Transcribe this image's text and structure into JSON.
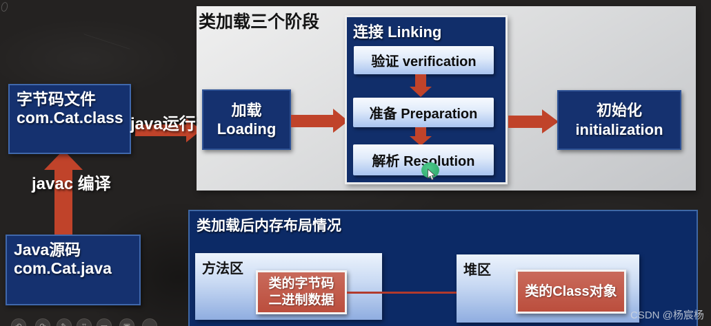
{
  "colors": {
    "background": "#242221",
    "navy_box": "#15316f",
    "memory_panel_navy": "#0c2a66",
    "box_border_blue": "#4068ac",
    "arrow_red": "#c0432a",
    "item_red": "#bb4e3d",
    "stages_panel_gray": "#d9dadb",
    "step_box_blue": "#a9c4ef",
    "memory_box_blue": "#8fade0",
    "cursor_green": "#3cb878",
    "watermark_gray": "#d0d6df"
  },
  "left_flow": {
    "source_box": {
      "line1": "Java源码",
      "line2": "com.Cat.java"
    },
    "javac_arrow_label": "javac 编译",
    "bytecode_box": {
      "line1": "字节码文件",
      "line2": "com.Cat.class"
    },
    "java_run_label": "java运行"
  },
  "stages_panel": {
    "title": "类加载三个阶段",
    "loading_box": {
      "line1": "加载",
      "line2": "Loading"
    },
    "linking_panel": {
      "title": "连接 Linking",
      "steps": [
        {
          "label": "验证 verification"
        },
        {
          "label": "准备 Preparation"
        },
        {
          "label": "解析 Resolution"
        }
      ]
    },
    "init_box": {
      "line1": "初始化",
      "line2": "initialization"
    }
  },
  "memory_panel": {
    "title": "类加载后内存布局情况",
    "method_area": {
      "label": "方法区",
      "item": {
        "line1": "类的字节码",
        "line2": "二进制数据"
      }
    },
    "heap_area": {
      "label": "堆区",
      "item": "类的Class对象"
    }
  },
  "watermark": "CSDN @杨宸杨",
  "toolbar": {
    "icons": [
      {
        "name": "undo",
        "glyph": "↶"
      },
      {
        "name": "redo",
        "glyph": "↷"
      },
      {
        "name": "pen",
        "glyph": "✎"
      },
      {
        "name": "screenshot",
        "glyph": "⌗"
      },
      {
        "name": "monitor",
        "glyph": "▭"
      },
      {
        "name": "window",
        "glyph": "▣"
      },
      {
        "name": "more",
        "glyph": "⋯"
      }
    ]
  }
}
